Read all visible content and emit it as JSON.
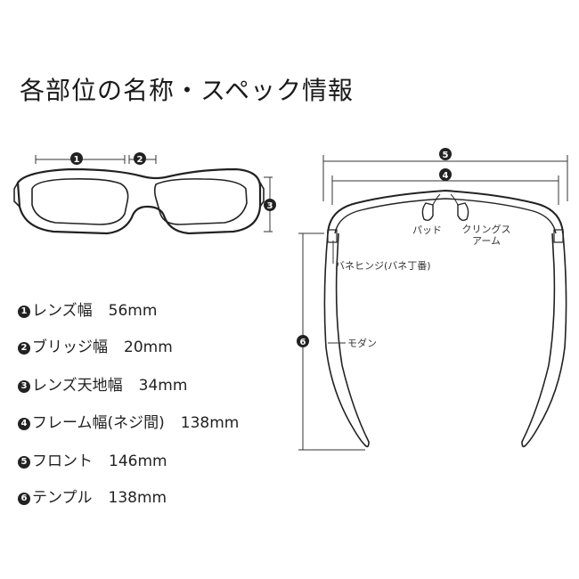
{
  "title": "各部位の名称・スペック情報",
  "specs": [
    {
      "num": "1",
      "label": "レンズ幅",
      "value": "56mm"
    },
    {
      "num": "2",
      "label": "ブリッジ幅",
      "value": "20mm"
    },
    {
      "num": "3",
      "label": "レンズ天地幅",
      "value": "34mm"
    },
    {
      "num": "4",
      "label": "フレーム幅(ネジ間)",
      "value": "138mm"
    },
    {
      "num": "5",
      "label": "フロント",
      "value": "146mm"
    },
    {
      "num": "6",
      "label": "テンプル",
      "value": "138mm"
    }
  ],
  "parts": {
    "pad": "パッド",
    "clings_arm_1": "クリングス",
    "clings_arm_2": "アーム",
    "spring_hinge": "バネヒンジ(バネ丁番)",
    "modern": "モダン"
  },
  "markers": [
    "1",
    "2",
    "3",
    "4",
    "5",
    "6"
  ]
}
